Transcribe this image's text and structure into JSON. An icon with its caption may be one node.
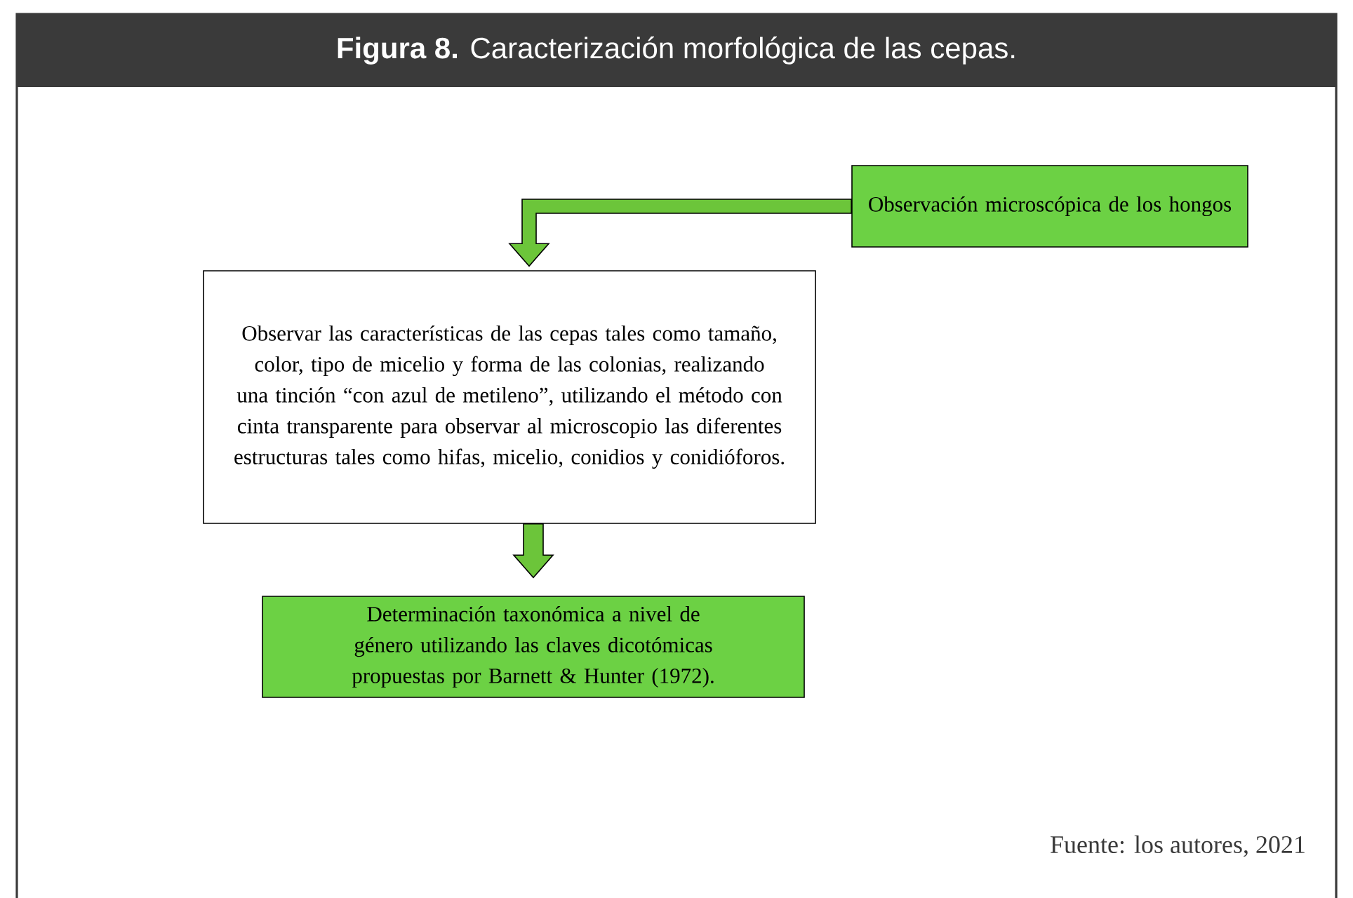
{
  "diagram": {
    "title": "**Figura 8.** Caracterización morfológica de las cepas.",
    "caption": "Fuente: los autores, 2021",
    "nodes": [
      {
        "text": [
          "Observación microscópica de los hongos"
        ]
      },
      {
        "text": [
          "Observar las características de las cepas tales como tamaño, color, tipo de micelio y forma de las colonias, realizando una tinción “con azul de metileno”, utilizando el método con cinta transparente para observar al microscopio las diferentes estructuras tales como hifas, micelio, conidios y conidióforos."
        ]
      },
      {
        "text": [
          "Determinación taxonómica a nivel de género utilizando las claves dicotómicas propuestas por Barnett & Hunter (1972)."
        ]
      }
    ],
    "edges": [
      {
        "from": 0,
        "to": 1,
        "arrow": "to"
      },
      {
        "from": 1,
        "to": 2,
        "arrow": "to"
      }
    ]
  }
}
